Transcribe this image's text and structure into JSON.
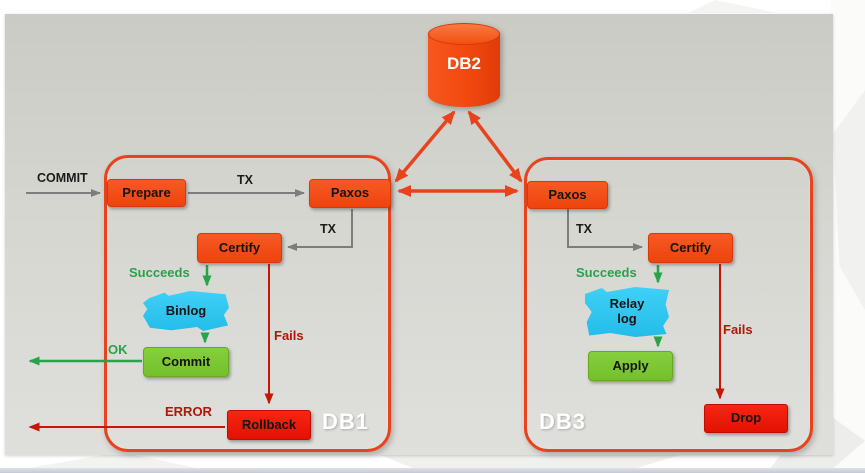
{
  "slide": {
    "db2": {
      "label": "DB2"
    },
    "groups": {
      "db1": {
        "label": "DB1",
        "prepare": "Prepare",
        "paxos": "Paxos",
        "certify": "Certify",
        "binlog": "Binlog",
        "commit": "Commit",
        "rollback": "Rollback",
        "commit_in_label": "COMMIT",
        "tx_in": "TX",
        "tx_certify": "TX",
        "succeeds": "Succeeds",
        "ok": "OK",
        "fails": "Fails",
        "error": "ERROR"
      },
      "db3": {
        "label": "DB3",
        "paxos": "Paxos",
        "certify": "Certify",
        "relay_log": "Relay log",
        "apply": "Apply",
        "drop": "Drop",
        "tx_certify": "TX",
        "succeeds": "Succeeds",
        "fails": "Fails"
      }
    },
    "colors": {
      "node_orange": "#f24a14",
      "node_cyan": "#2bc3ee",
      "node_green": "#7cc636",
      "node_red": "#ee1606",
      "edge_gray": "#7d7d7d",
      "edge_green": "#27a349",
      "edge_red": "#c41708",
      "edge_orange": "#e8431c",
      "slide_bg": "#d6d6d1"
    }
  }
}
